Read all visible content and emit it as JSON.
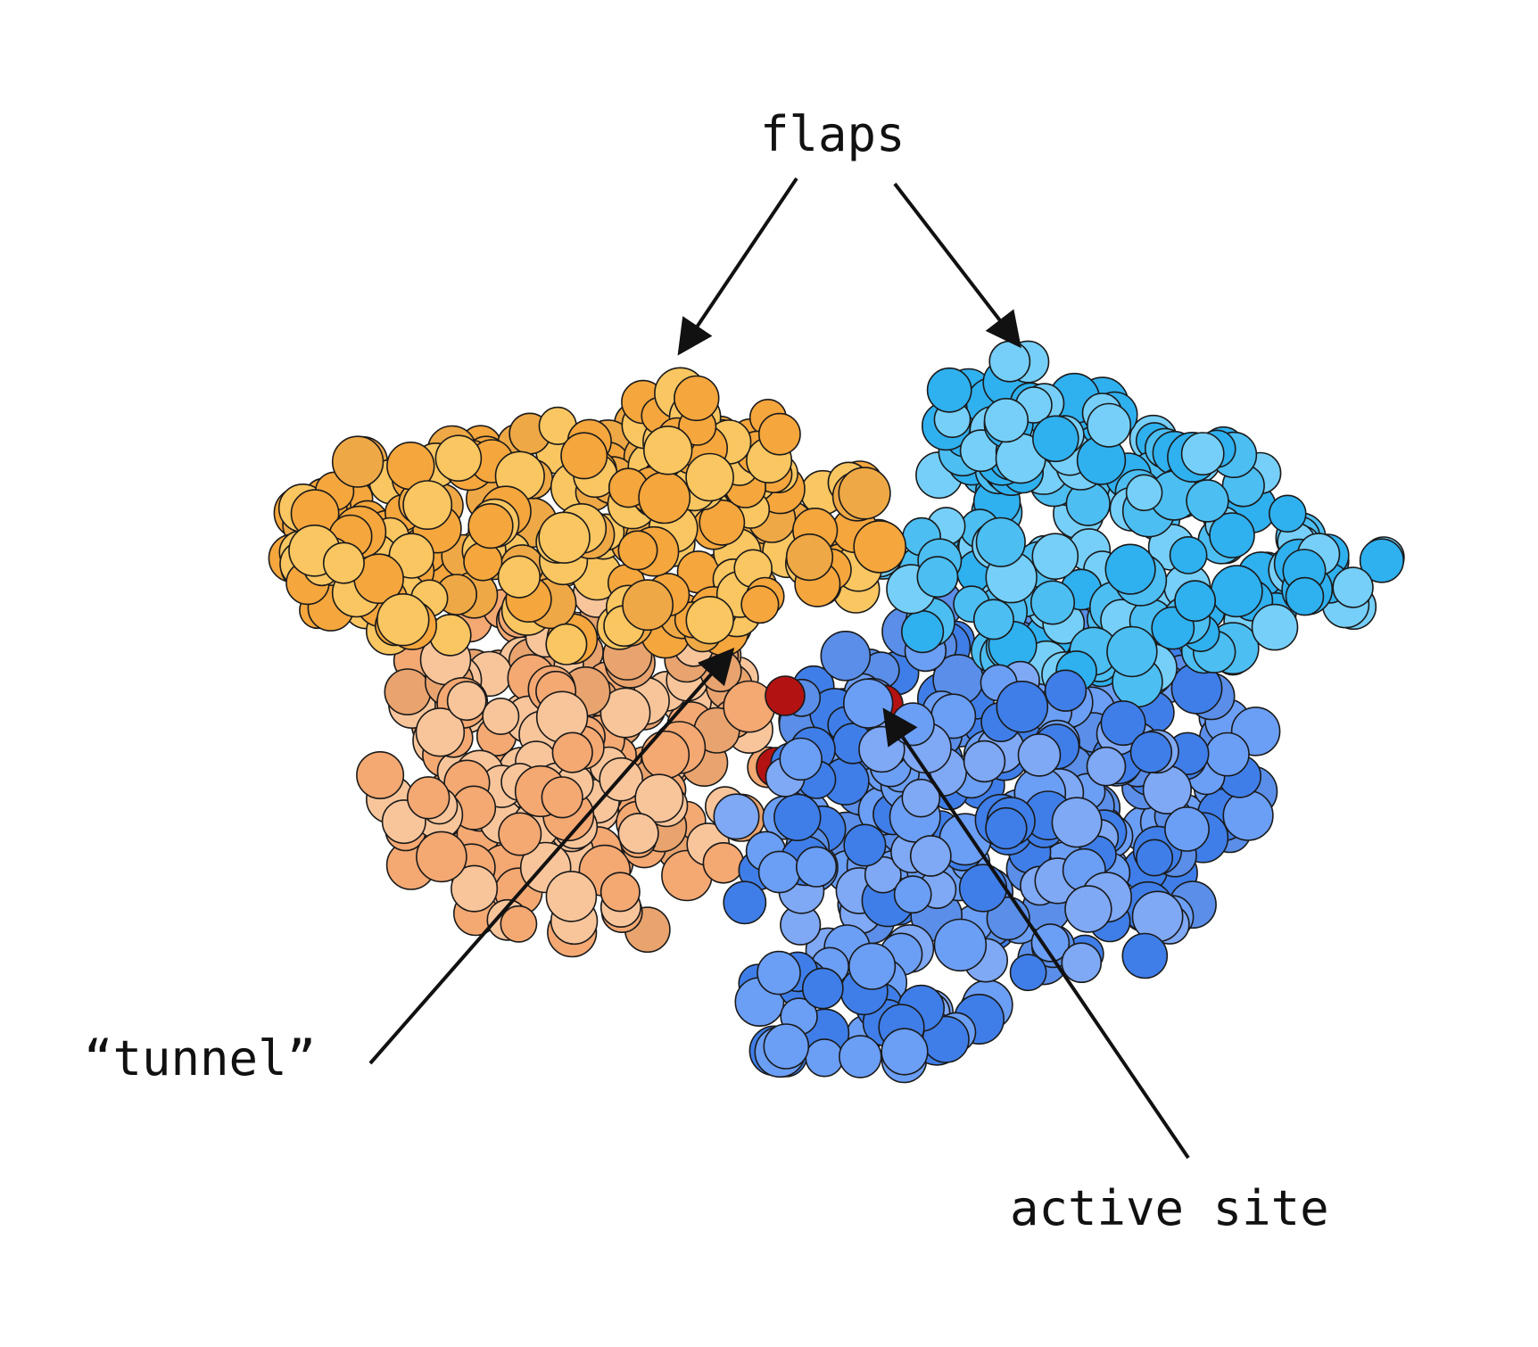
{
  "labels": {
    "flaps": "flaps",
    "tunnel": "“tunnel”",
    "active_site": "active site"
  },
  "colors": {
    "background": "#ffffff",
    "text": "#111111",
    "arrow": "#111111",
    "outline": "#1a1a1a",
    "orange_dark": "#f5a63c",
    "orange_light": "#f9c661",
    "peach_dark": "#f4a872",
    "peach_light": "#f8c59b",
    "blue_dark": "#3f7ee8",
    "blue_mid": "#6b9ef5",
    "sky_dark": "#2fb0ef",
    "sky_light": "#76cff8",
    "active_red": "#b31212"
  },
  "icons": {
    "protein": "protein-space-filling-model",
    "arrow": "arrow-pointer"
  }
}
